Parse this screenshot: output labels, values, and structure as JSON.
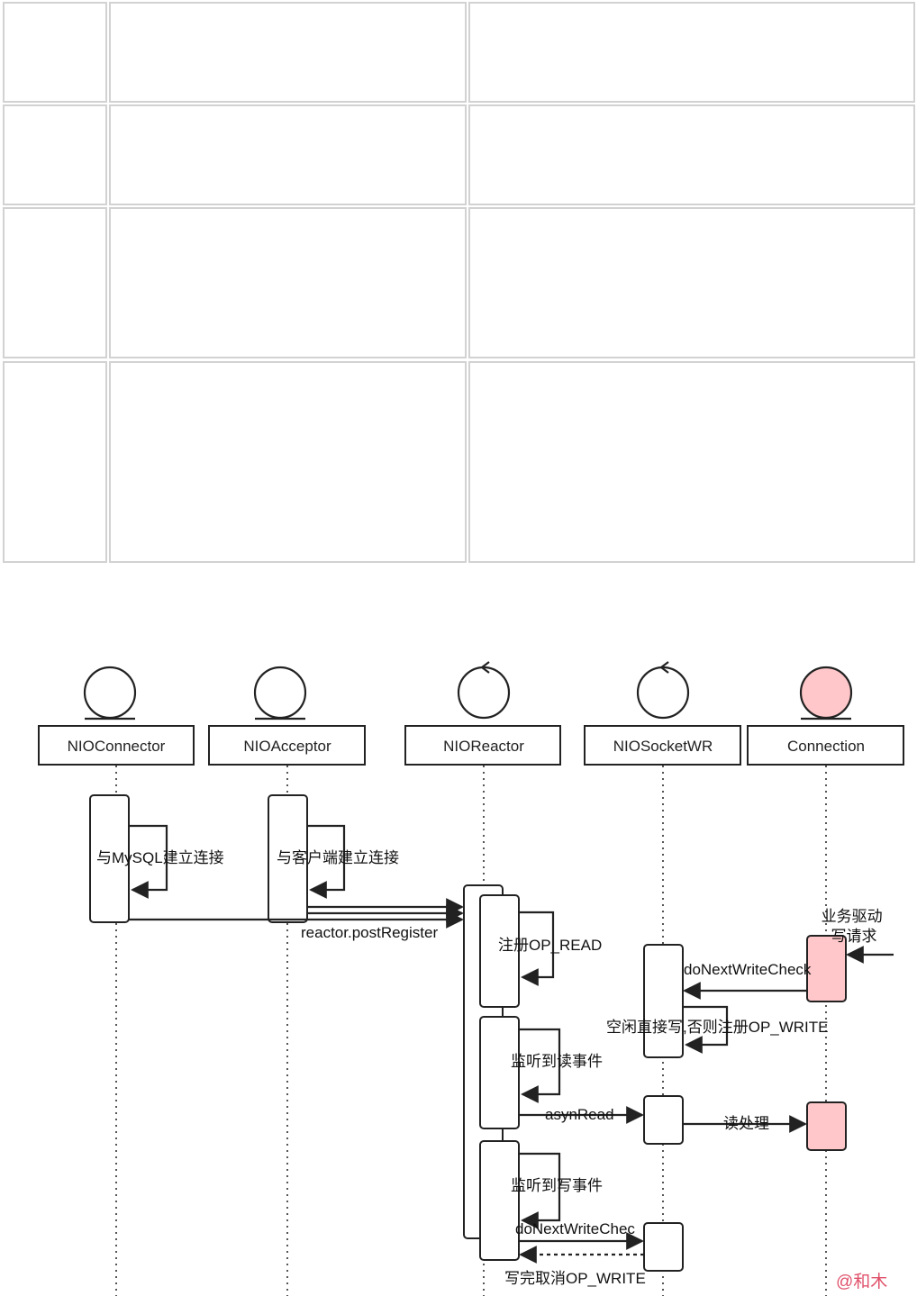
{
  "participants": [
    {
      "name": "NIOConnector",
      "symbol": "entity"
    },
    {
      "name": "NIOAcceptor",
      "symbol": "entity"
    },
    {
      "name": "NIOReactor",
      "symbol": "control"
    },
    {
      "name": "NIOSocketWR",
      "symbol": "control"
    },
    {
      "name": "Connection",
      "symbol": "entity",
      "fill": "#ffc7c9"
    }
  ],
  "messages": {
    "connector_self": "与MySQL建立连接",
    "acceptor_self": "与客户端建立连接",
    "post_register": "reactor.postRegister",
    "register_read": "注册OP_READ",
    "business_write": "业务驱动写请求",
    "do_next_write_check": "doNextWriteCheck",
    "idle_write": "空闲直接写,否则注册OP_WRITE",
    "read_event": "监听到读事件",
    "asyn_read": "asynRead",
    "read_process": "读处理",
    "write_event": "监听到写事件",
    "do_next_write_check_2": "doNextWriteChec",
    "cancel_write": "写完取消OP_WRITE"
  },
  "watermark": "@和木",
  "colors": {
    "highlight": "#ffc7c9",
    "watermark": "#e0526b",
    "grid": "#d4d4d4"
  }
}
